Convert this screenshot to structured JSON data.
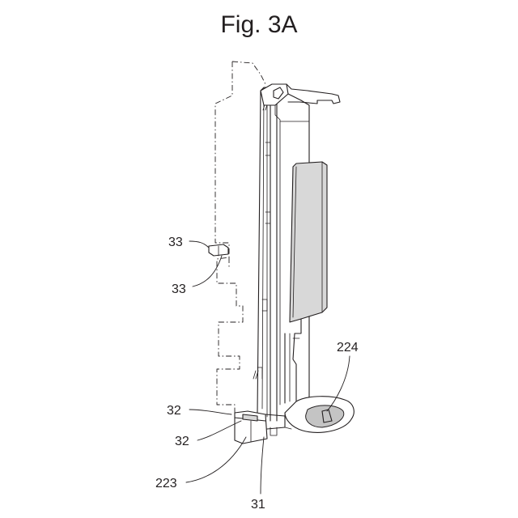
{
  "figure": {
    "title": "Fig. 3A",
    "labels": {
      "ref_33_upper": "33",
      "ref_33_lower": "33",
      "ref_32_upper": "32",
      "ref_32_lower": "32",
      "ref_224": "224",
      "ref_223": "223",
      "ref_31": "31"
    }
  }
}
